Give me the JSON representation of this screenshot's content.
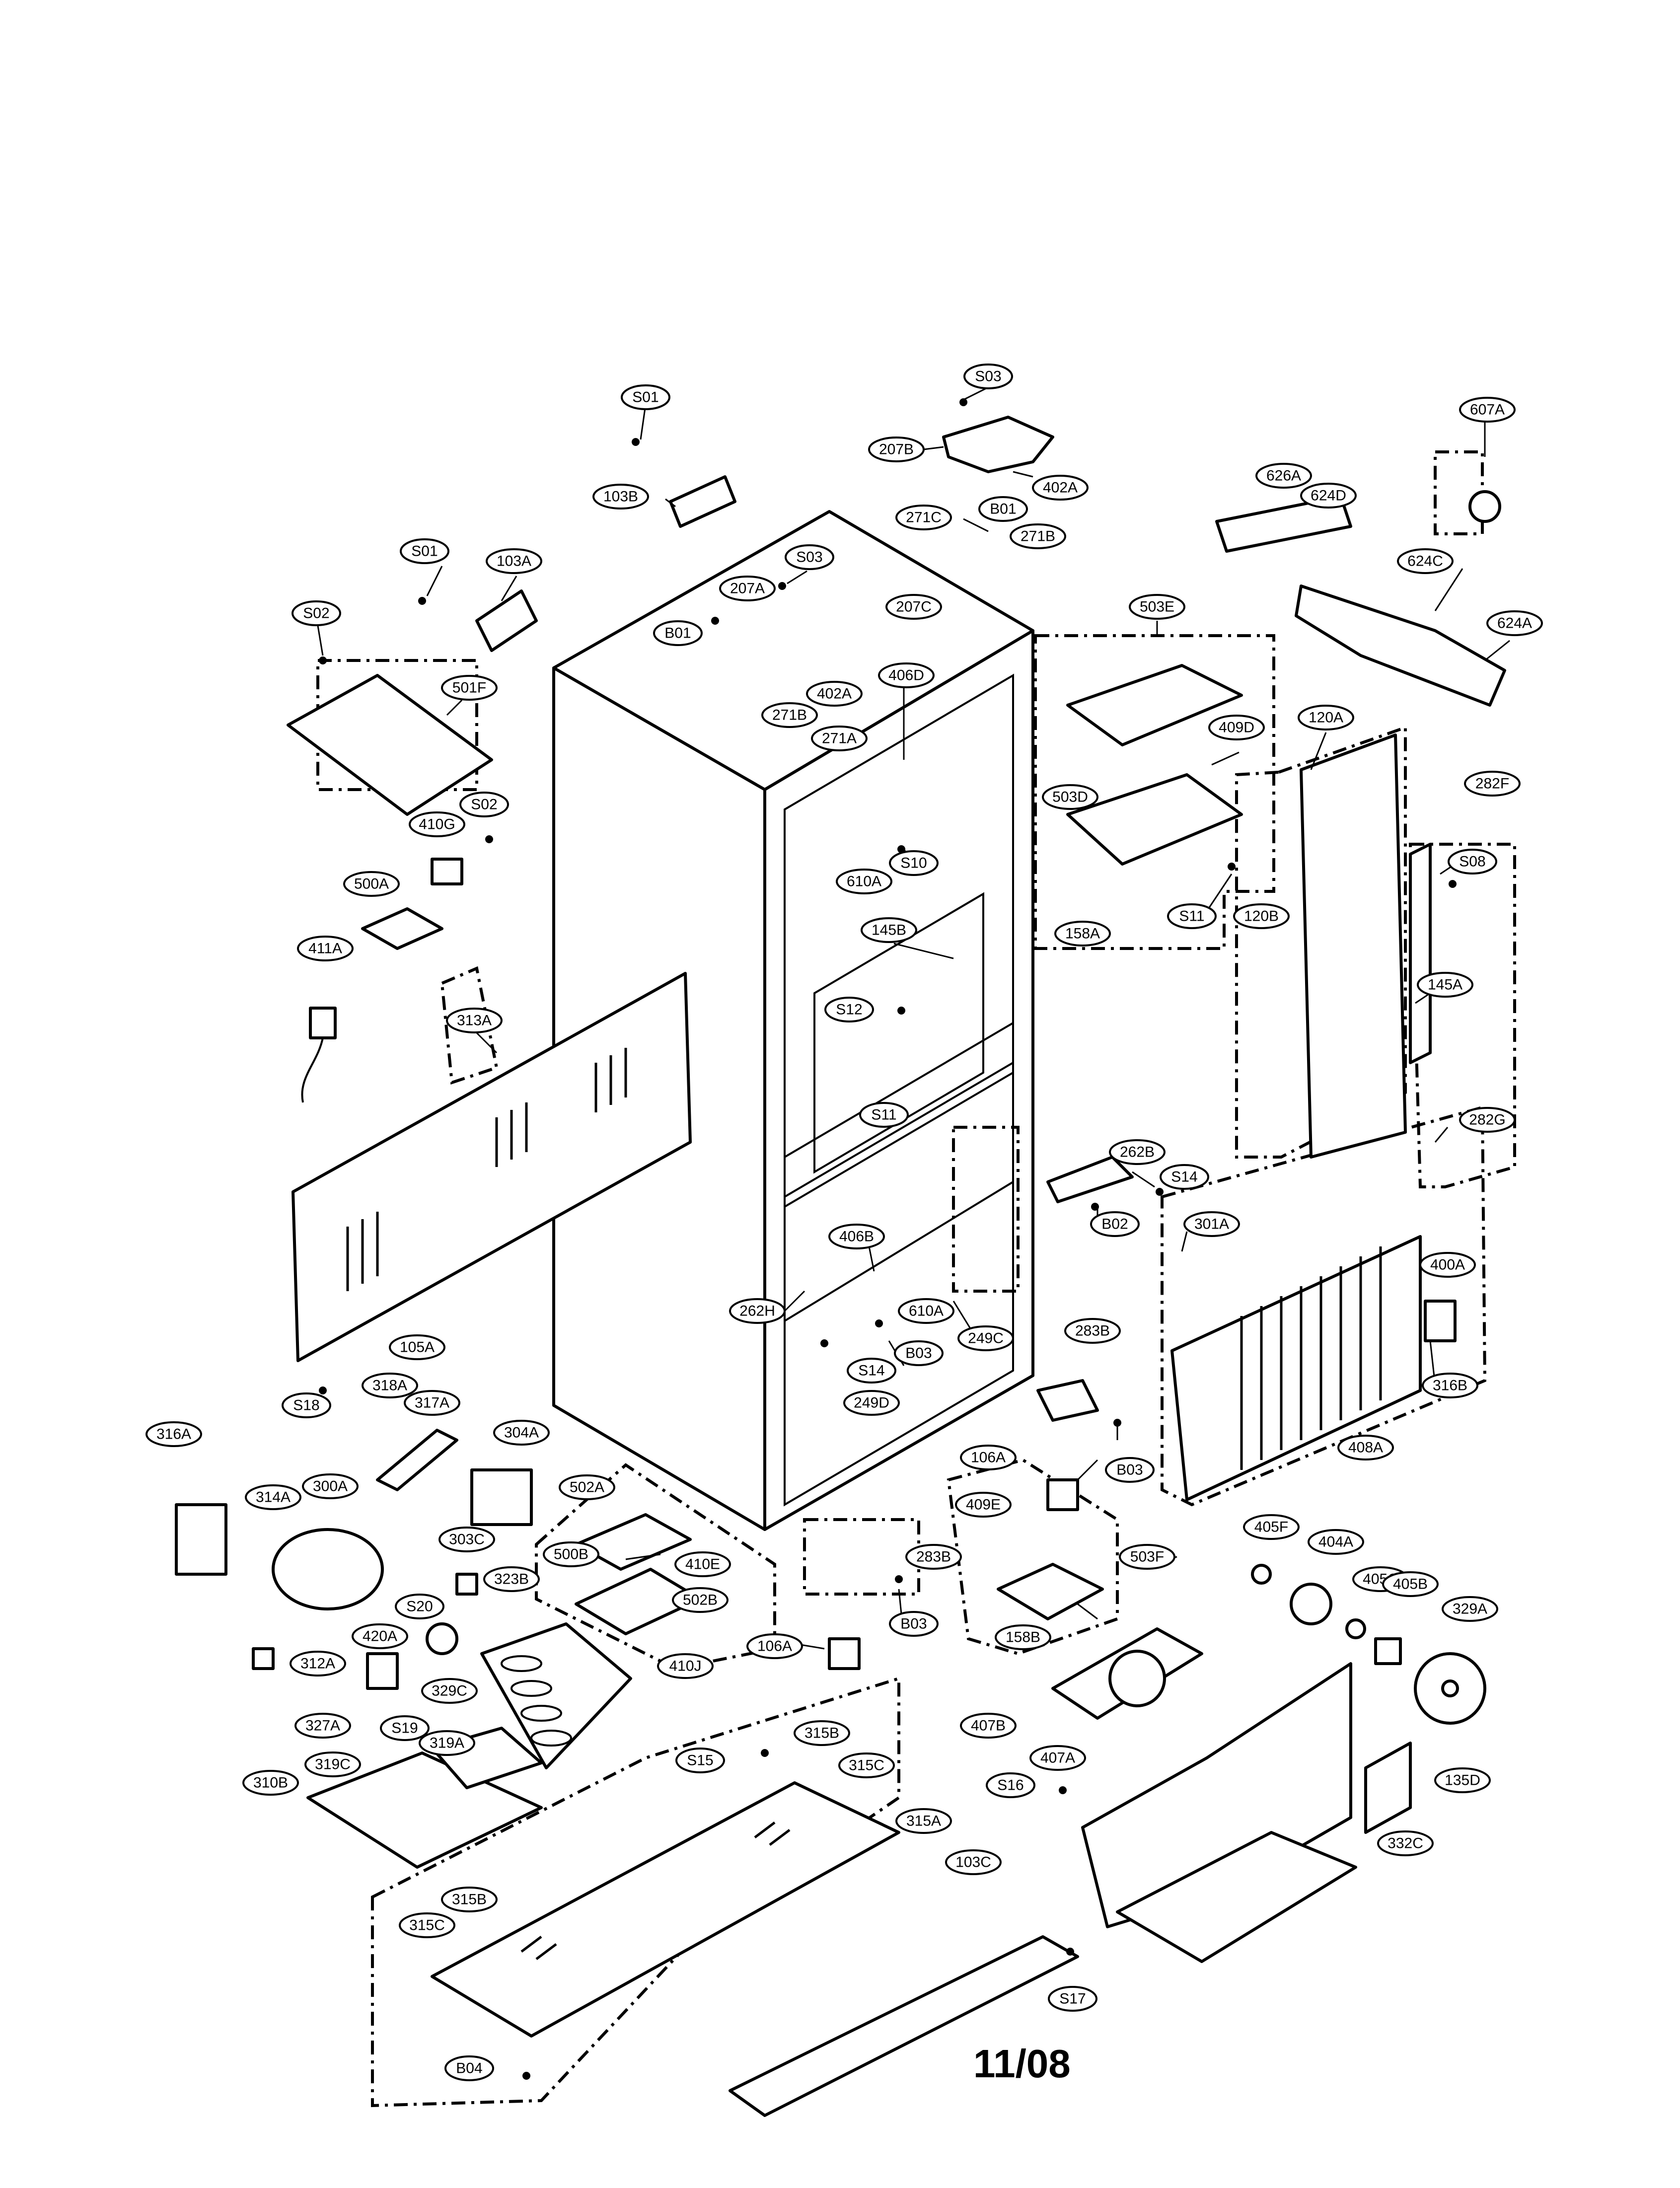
{
  "diagram": {
    "footer_date": "11/08",
    "labels": [
      "S01",
      "S03",
      "607A",
      "207B",
      "402A",
      "B01",
      "103B",
      "626A",
      "624D",
      "271C",
      "271B",
      "S01",
      "103A",
      "S03",
      "207A",
      "207C",
      "B01",
      "624C",
      "S02",
      "503E",
      "624A",
      "406D",
      "402A",
      "271B",
      "271A",
      "501F",
      "409D",
      "120A",
      "S02",
      "282F",
      "410G",
      "503D",
      "S08",
      "S10",
      "610A",
      "500A",
      "S11",
      "120B",
      "158A",
      "145B",
      "411A",
      "145A",
      "S12",
      "313A",
      "S11",
      "282G",
      "262B",
      "S14",
      "406B",
      "301A",
      "B02",
      "400A",
      "262H",
      "610A",
      "249C",
      "B03",
      "283B",
      "S14",
      "105A",
      "316B",
      "249D",
      "S18",
      "318A",
      "317A",
      "316A",
      "304A",
      "408A",
      "B03",
      "106A",
      "314A",
      "300A",
      "502A",
      "409E",
      "503F",
      "405F",
      "404A",
      "500B",
      "410E",
      "283B",
      "303C",
      "405C",
      "405B",
      "323B",
      "502B",
      "158B",
      "329A",
      "S20",
      "B03",
      "420A",
      "410J",
      "106A",
      "312A",
      "329C",
      "407B",
      "327A",
      "S19",
      "319A",
      "315B",
      "407A",
      "S15",
      "315C",
      "310B",
      "319C",
      "S16",
      "135D",
      "315A",
      "332C",
      "103C",
      "315B",
      "315C",
      "S17",
      "B04"
    ]
  }
}
